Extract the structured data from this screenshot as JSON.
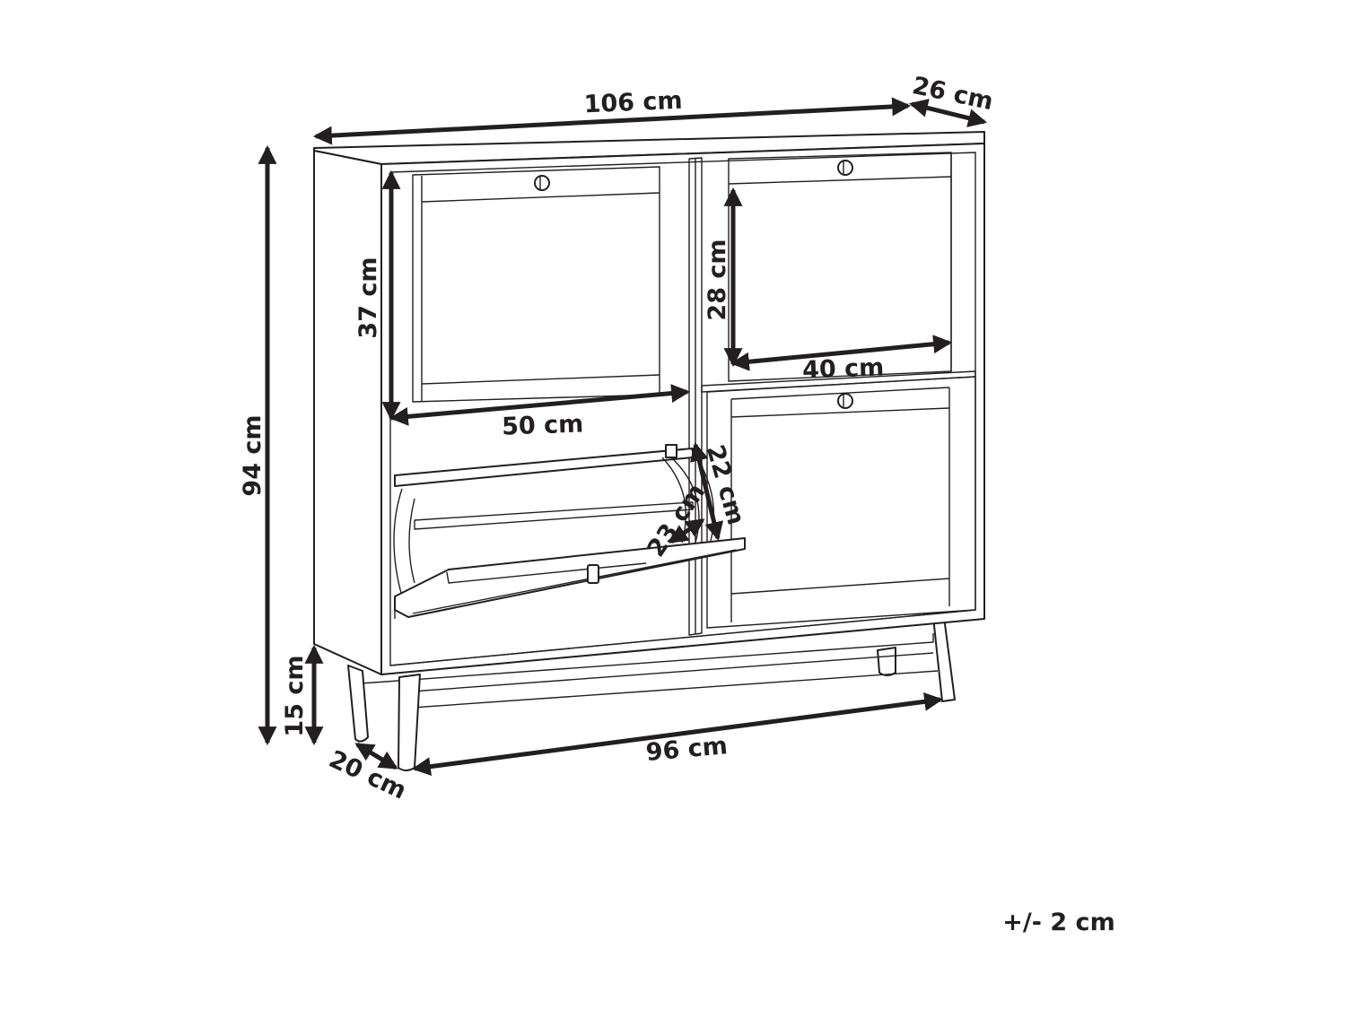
{
  "dimensions": {
    "overall_width": "106 cm",
    "overall_depth": "26 cm",
    "overall_height": "94 cm",
    "leg_height": "15 cm",
    "leg_depth": "20 cm",
    "leg_span": "96 cm",
    "left_compartment_height": "37 cm",
    "left_compartment_width": "50 cm",
    "right_compartment_height": "28 cm",
    "right_compartment_width": "40 cm",
    "drawer_depth": "23 cm",
    "flap_height": "22 cm"
  },
  "tolerance": "+/- 2 cm"
}
